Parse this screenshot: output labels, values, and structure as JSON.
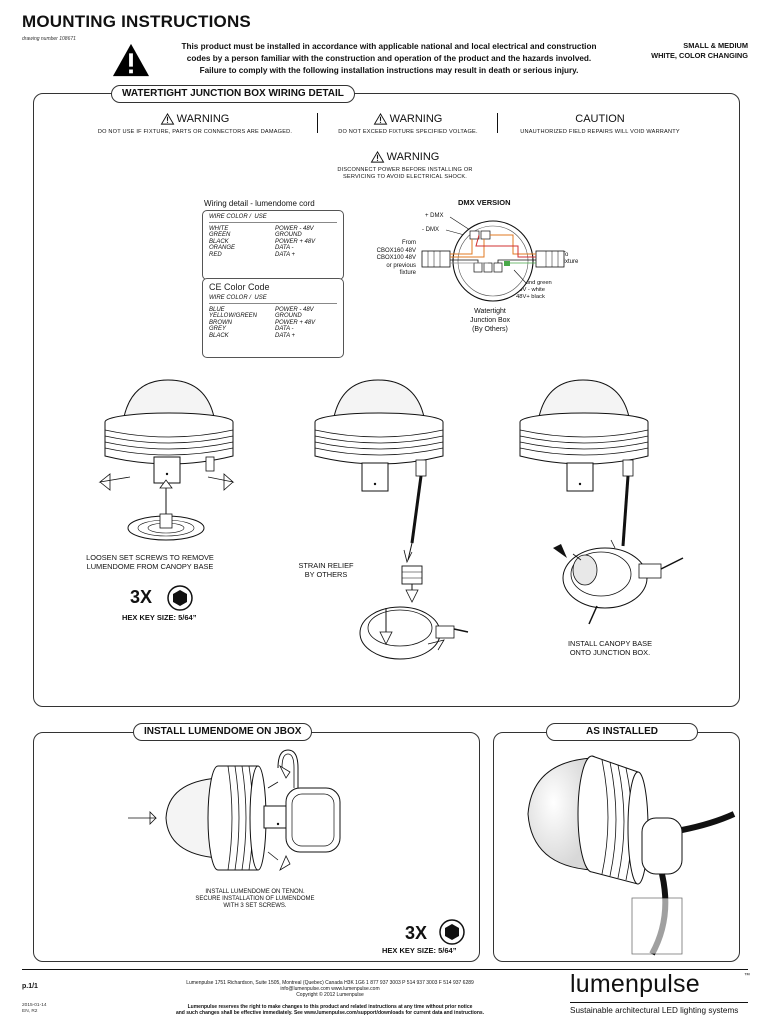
{
  "header": {
    "title": "MOUNTING INSTRUCTIONS",
    "drawing_number": "drawing number 108671",
    "warning_lines": [
      "This product must be installed in accordance with applicable national and local electrical and construction",
      "codes by a person familiar with the construction and operation of the product and the hazards involved.",
      "Failure to comply with the following installation instructions may result in death or serious injury."
    ],
    "product_lines": [
      "SMALL & MEDIUM",
      "WHITE, COLOR CHANGING"
    ]
  },
  "panel_wiring": {
    "title": "WATERTIGHT JUNCTION BOX WIRING DETAIL",
    "warnings": [
      {
        "heading": "WARNING",
        "text": "DO NOT USE IF FIXTURE, PARTS OR CONNECTORS ARE DAMAGED."
      },
      {
        "heading": "WARNING",
        "text": "DO NOT EXCEED FIXTURE SPECIFIED VOLTAGE."
      },
      {
        "heading": "CAUTION",
        "text": "UNAUTHORIZED FIELD REPAIRS WILL VOID WARRANTY"
      },
      {
        "heading": "WARNING",
        "text_lines": [
          "DISCONNECT POWER BEFORE INSTALLING OR",
          "SERVICING TO AVOID ELECTRICAL SHOCK."
        ]
      }
    ],
    "lumendome_cord": {
      "title": "Wiring detail - lumendome cord",
      "header": [
        "WIRE COLOR",
        "/",
        "USE"
      ],
      "rows": [
        [
          "WHITE",
          "POWER - 48V"
        ],
        [
          "GREEN",
          "GROUND"
        ],
        [
          "BLACK",
          "POWER + 48V"
        ],
        [
          "ORANGE",
          "DATA -"
        ],
        [
          "RED",
          "DATA +"
        ]
      ]
    },
    "ce_code": {
      "title": "CE Color Code",
      "header": [
        "WIRE COLOR",
        "/",
        "USE"
      ],
      "rows": [
        [
          "BLUE",
          "POWER - 48V"
        ],
        [
          "YELLOW/GREEN",
          "GROUND"
        ],
        [
          "BROWN",
          "POWER + 48V"
        ],
        [
          "GREY",
          "DATA -"
        ],
        [
          "BLACK",
          "DATA +"
        ]
      ]
    },
    "dmx": {
      "title": "DMX VERSION",
      "plus_dmx": "+ DMX",
      "minus_dmx": "- DMX",
      "from_lines": [
        "From",
        "CBOX160 48V",
        "CBOX100 48V",
        "or previous",
        "fixture"
      ],
      "to_lines": [
        "To",
        "fixture"
      ],
      "ground_lines": [
        "Ground green",
        "48V - white",
        "48V+ black"
      ],
      "jbox_lines": [
        "Watertight",
        "Junction Box",
        "(By Others)"
      ]
    },
    "step1": {
      "caption_lines": [
        "LOOSEN SET SCREWS TO REMOVE",
        "LUMENDOME FROM CANOPY BASE"
      ],
      "count": "3X",
      "hex_key": "HEX KEY SIZE: 5/64”"
    },
    "step2": {
      "caption_lines": [
        "STRAIN RELIEF",
        "BY OTHERS"
      ]
    },
    "step3": {
      "caption_lines": [
        "INSTALL CANOPY BASE",
        "ONTO JUNCTION BOX."
      ]
    }
  },
  "panel_install": {
    "title": "INSTALL LUMENDOME ON JBOX",
    "caption_lines": [
      "INSTALL LUMENDOME ON TENON.",
      "SECURE INSTALLATION OF LUMENDOME",
      "WITH 3 SET SCREWS."
    ],
    "count": "3X",
    "hex_key": "HEX KEY SIZE: 5/64”"
  },
  "panel_installed": {
    "title": "AS INSTALLED"
  },
  "footer": {
    "page": "p.1/1",
    "date_lines": [
      "2015-01-14",
      "EN, R2"
    ],
    "address_lines": [
      "Lumenpulse   1751 Richardson, Suite 1505, Montreal (Quebec) Canada  H3K 1G6    1 877 937 3003  P 514 937 3003  F 514 937 6289",
      "info@lumenpulse.com  www.lumenpulse.com",
      "Copyright © 2012 Lumenpulse"
    ],
    "disclaimer_lines": [
      "Lumenpulse reserves the right to make changes to this product and related instructions at any time without prior notice",
      "and such changes shall be effective immediately. See www.lumenpulse.com/support/downloads for current data and instructions."
    ],
    "logo": "lumenpulse",
    "trademark": "™",
    "tagline": "Sustainable architectural LED lighting systems"
  }
}
